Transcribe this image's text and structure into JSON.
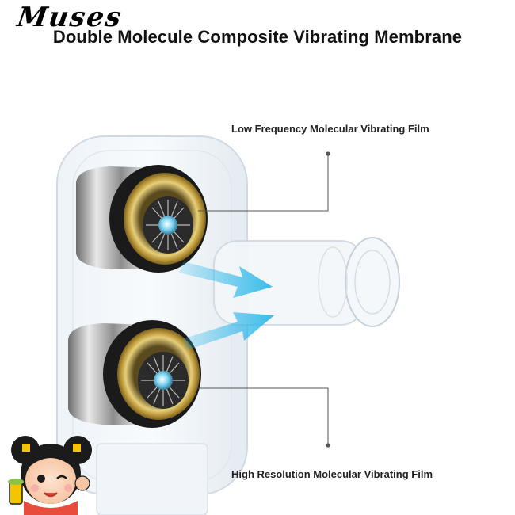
{
  "header": {
    "title": "Double Molecule Composite Vibrating Membrane",
    "watermark": "Muses"
  },
  "callouts": {
    "top": "Low Frequency Molecular Vibrating Film",
    "bottom": "High Resolution Molecular Vibrating Film"
  },
  "colors": {
    "arrow": "#2fb8e8",
    "gold": "#c9a84a",
    "chrome": "#9a9a9a",
    "leader_line": "#555555"
  },
  "icons": {
    "mascot": "cartoon-girl-icon",
    "arrow": "flow-arrow-icon"
  }
}
